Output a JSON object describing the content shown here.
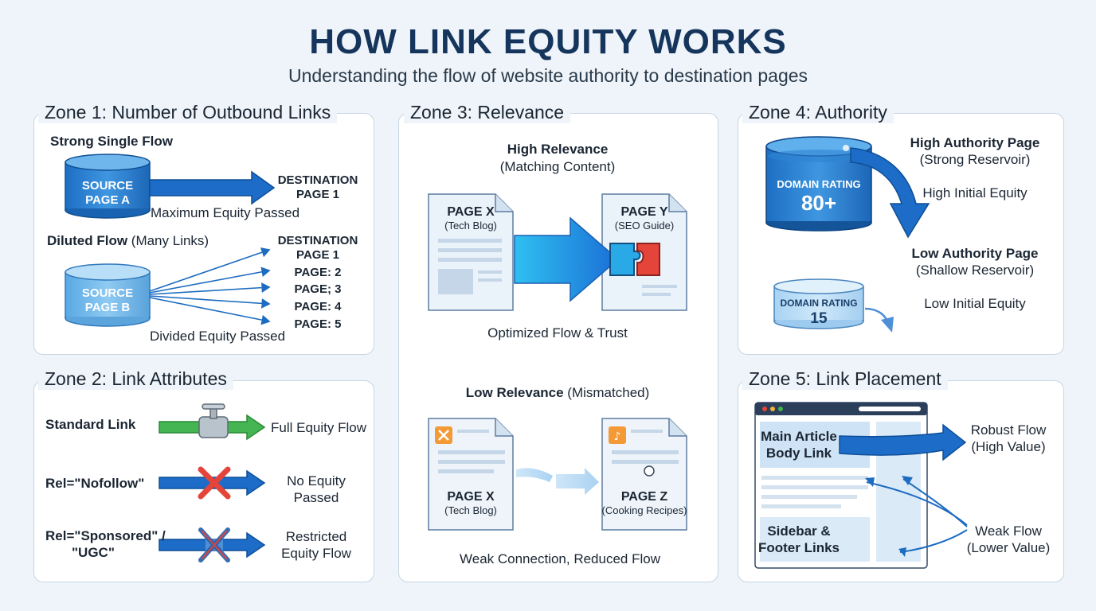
{
  "header": {
    "title": "HOW LINK EQUITY WORKS",
    "subtitle": "Understanding the flow of website authority to destination pages"
  },
  "zone1": {
    "title": "Zone 1: Number of Outbound Links",
    "strong_label": "Strong Single Flow",
    "source_a_line1": "SOURCE",
    "source_a_line2": "PAGE A",
    "dest1_line1": "DESTINATION",
    "dest1_line2": "PAGE 1",
    "max_equity": "Maximum Equity Passed",
    "diluted_bold": "Diluted Flow",
    "diluted_rest": "(Many Links)",
    "source_b_line1": "SOURCE",
    "source_b_line2": "PAGE B",
    "dest_list": [
      "DESTINATION",
      "PAGE 1",
      "PAGE: 2",
      "PAGE; 3",
      "PAGE: 4",
      "PAGE: 5"
    ],
    "divided_equity": "Divided Equity Passed"
  },
  "zone2": {
    "title": "Zone 2: Link Attributes",
    "standard_label": "Standard Link",
    "standard_result": "Full Equity Flow",
    "nofollow_label": "Rel=\"Nofollow\"",
    "nofollow_result_line1": "No Equity",
    "nofollow_result_line2": "Passed",
    "sponsored_label_line1": "Rel=\"Sponsored\" /",
    "sponsored_label_line2": "\"UGC\"",
    "sponsored_result_line1": "Restricted",
    "sponsored_result_line2": "Equity Flow"
  },
  "zone3": {
    "title": "Zone 3: Relevance",
    "high_title": "High Relevance",
    "high_sub": "(Matching Content)",
    "page_x_title": "PAGE X",
    "page_x_sub": "(Tech Blog)",
    "page_y_title": "PAGE Y",
    "page_y_sub": "(SEO Guide)",
    "high_caption": "Optimized Flow & Trust",
    "low_title_bold": "Low Relevance",
    "low_title_rest": "(Mismatched)",
    "page_x2_title": "PAGE X",
    "page_x2_sub": "(Tech Blog)",
    "page_z_title": "PAGE Z",
    "page_z_sub": "(Cooking Recipes)",
    "low_caption": "Weak Connection, Reduced Flow"
  },
  "zone4": {
    "title": "Zone 4: Authority",
    "dr_high_label": "DOMAIN RATING",
    "dr_high_value": "80+",
    "high_title": "High Authority Page",
    "high_sub": "(Strong Reservoir)",
    "high_equity": "High Initial Equity",
    "low_title": "Low Authority Page",
    "low_sub": "(Shallow Reservoir)",
    "dr_low_label": "DOMAIN RATING",
    "dr_low_value": "15",
    "low_equity": "Low Initial Equity"
  },
  "zone5": {
    "title": "Zone 5: Link Placement",
    "main_line1": "Main Article",
    "main_line2": "Body Link",
    "robust_line1": "Robust Flow",
    "robust_line2": "(High Value)",
    "sidebar_line1": "Sidebar &",
    "sidebar_line2": "Footer Links",
    "weak_line1": "Weak Flow",
    "weak_line2": "(Lower Value)"
  },
  "colors": {
    "blue_dark": "#1260b8",
    "blue_light": "#7fc0ee",
    "green": "#3fb34f",
    "red": "#e5443a",
    "title_navy": "#16355c"
  }
}
